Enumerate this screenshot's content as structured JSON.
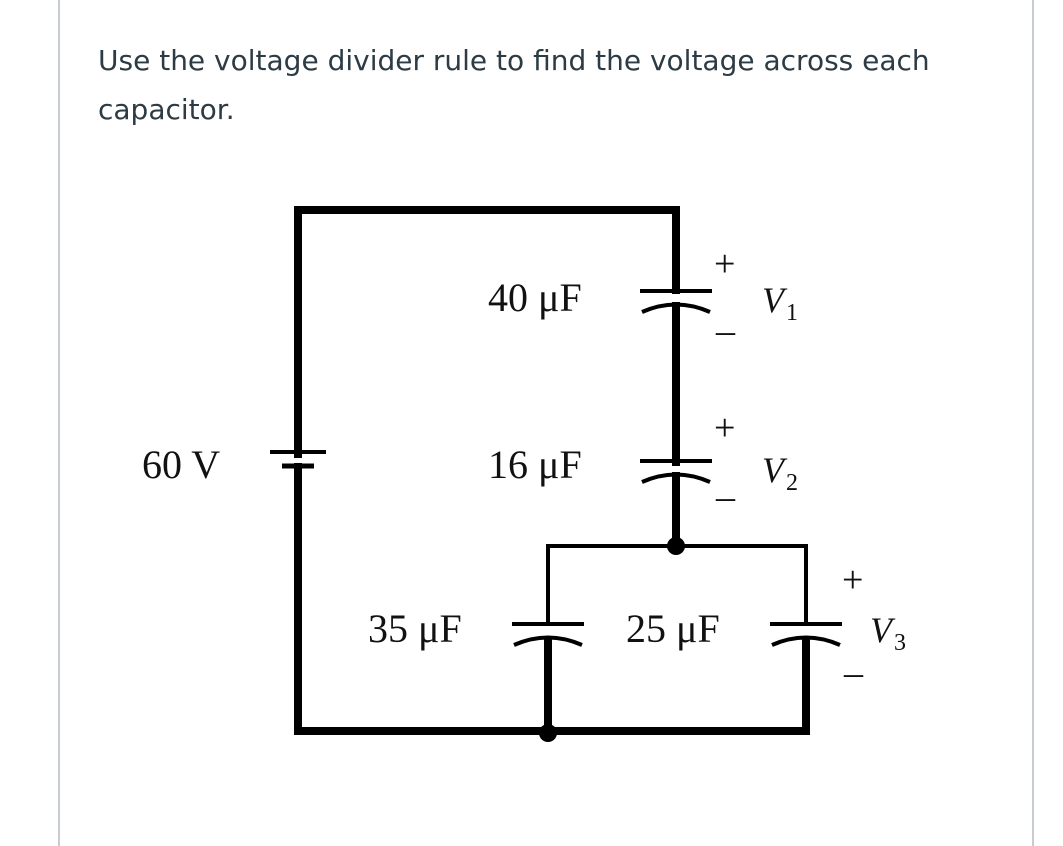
{
  "question": {
    "text": "Use the voltage divider rule to find the voltage across each capacitor."
  },
  "circuit": {
    "source_label": "60 V",
    "capacitors": [
      {
        "label": "40 μF",
        "voltage_symbol": "V",
        "voltage_subscript": "1"
      },
      {
        "label": "16 μF",
        "voltage_symbol": "V",
        "voltage_subscript": "2"
      },
      {
        "label": "35 μF"
      },
      {
        "label": "25 μF",
        "voltage_symbol": "V",
        "voltage_subscript": "3"
      }
    ],
    "plus_sign": "+",
    "minus_sign": "_",
    "wire_color": "#000000"
  }
}
